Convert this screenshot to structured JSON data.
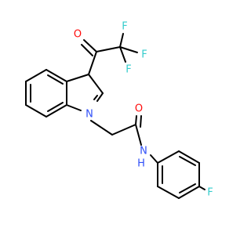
{
  "molecule": {
    "atoms": [
      {
        "id": "F1",
        "label": "F",
        "color": "#33cccc"
      },
      {
        "id": "F2",
        "label": "F",
        "color": "#33cccc"
      },
      {
        "id": "F3",
        "label": "F",
        "color": "#33cccc"
      },
      {
        "id": "O1",
        "label": "O",
        "color": "#ff0d0d"
      },
      {
        "id": "N1",
        "label": "N",
        "color": "#3050f8"
      },
      {
        "id": "O2",
        "label": "O",
        "color": "#ff0d0d"
      },
      {
        "id": "N2",
        "label": "N",
        "color": "#3050f8"
      },
      {
        "id": "H2",
        "label": "H",
        "color": "#3050f8"
      },
      {
        "id": "F4",
        "label": "F",
        "color": "#33cccc"
      }
    ],
    "colors": {
      "bond": "#000000",
      "fluorine": "#33cccc",
      "oxygen": "#ff0d0d",
      "nitrogen": "#3050f8"
    }
  }
}
